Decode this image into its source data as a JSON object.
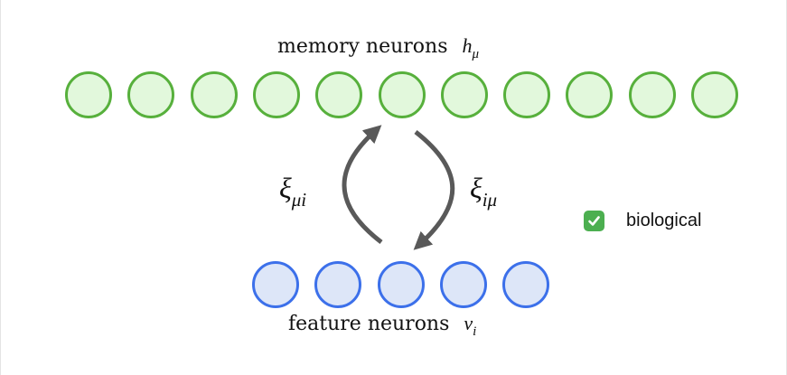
{
  "diagram": {
    "memory_label": "memory neurons",
    "memory_symbol": "h",
    "memory_symbol_sub": "μ",
    "feature_label": "feature neurons",
    "feature_symbol": "v",
    "feature_symbol_sub": "i",
    "weight_up": "ξ",
    "weight_up_sub": "μi",
    "weight_down": "ξ",
    "weight_down_sub": "iμ",
    "memory_count": 11,
    "feature_count": 5
  },
  "badge": {
    "icon": "check-box-icon",
    "label": "biological"
  },
  "colors": {
    "memory_fill": "#e2f8dc",
    "memory_stroke": "#57b03c",
    "feature_fill": "#dde6f8",
    "feature_stroke": "#3c70ea",
    "arrow": "#595959",
    "check_fill": "#4caf50"
  }
}
